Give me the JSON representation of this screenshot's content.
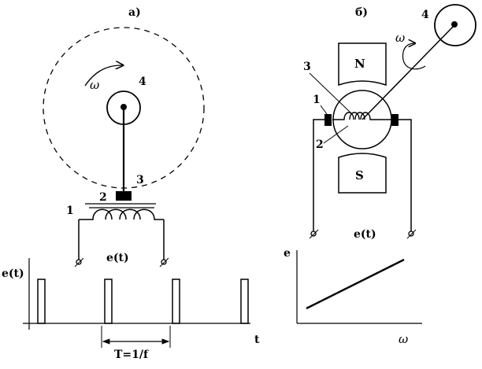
{
  "panel_a": {
    "label": "а)",
    "omega": "ω",
    "num_1": "1",
    "num_2": "2",
    "num_3": "3",
    "num_4": "4",
    "coil_output": "e(t)",
    "graph": {
      "y_label": "e(t)",
      "x_label": "t",
      "period_label": "T=1/f"
    }
  },
  "panel_b": {
    "label": "б)",
    "omega": "ω",
    "num_1": "1",
    "num_2": "2",
    "num_3": "3",
    "num_4": "4",
    "magnet_north": "N",
    "magnet_south": "S",
    "coil_output": "e(t)",
    "graph": {
      "y_label": "e",
      "x_label": "ω"
    }
  },
  "colors": {
    "ink": "#000000",
    "background": "#ffffff"
  }
}
